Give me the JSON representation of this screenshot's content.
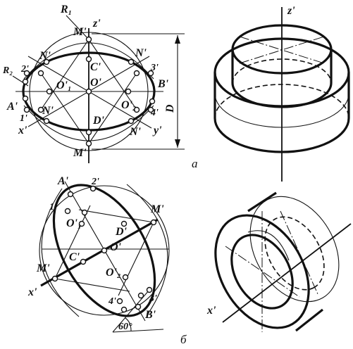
{
  "panel_a": {
    "letter": "а",
    "labels": {
      "R1": "R₁",
      "R2": "R₂",
      "z": "z'",
      "M_top": "M'",
      "M_bottom": "M'",
      "N_tl": "N'",
      "N_tr": "N'",
      "N_bl": "N'",
      "N_br": "N'",
      "C": "C'",
      "O": "O'",
      "O1": "O'₁",
      "O2": "O'₂",
      "D": "D'",
      "A": "A'",
      "B": "B'",
      "p1": "1'",
      "p2": "2'",
      "p3": "3'",
      "p4": "4'",
      "x": "x'",
      "y": "y'",
      "dim": "D"
    }
  },
  "panel_a_view": {
    "z": "z'"
  },
  "panel_b": {
    "letter": "б",
    "labels": {
      "A": "A'",
      "p2": "2'",
      "p1": "1'",
      "M_right": "M'",
      "O1": "O'₁",
      "D_top": "D'",
      "O": "O'",
      "C": "C'",
      "M_left": "M'",
      "x": "x'",
      "O2": "O'₂",
      "p4": "4'",
      "p3": "3'",
      "B": "B'",
      "angle": "60°"
    }
  },
  "panel_b_view": {
    "x": "x'"
  }
}
